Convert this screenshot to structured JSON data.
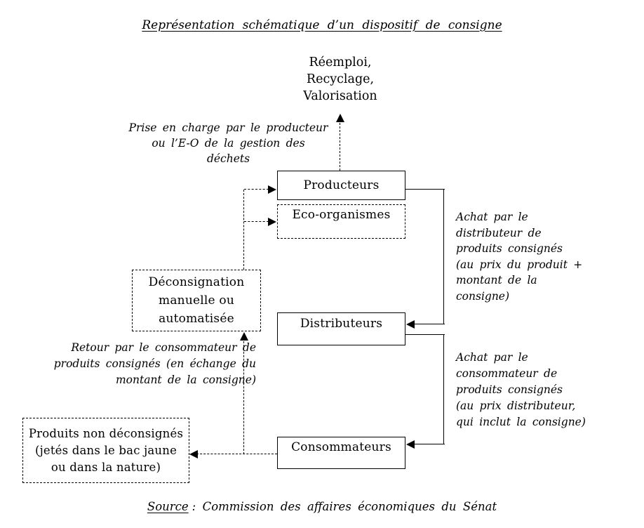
{
  "colors": {
    "background": "#ffffff",
    "line": "#000000",
    "text": "#000000"
  },
  "title": "Représentation schématique d’un dispositif de consigne",
  "valorisation": {
    "lines": [
      "Réemploi,",
      "Recyclage,",
      "Valorisation"
    ]
  },
  "annotations": {
    "prise_en_charge": {
      "lines": [
        "Prise en charge par le producteur",
        "ou l’E-O de la gestion des déchets"
      ]
    },
    "achat_distributeur": {
      "lines": [
        "Achat par le",
        "distributeur de",
        "produits consignés",
        "(au prix du produit +",
        "montant de la",
        "consigne)"
      ]
    },
    "achat_consommateur": {
      "lines": [
        "Achat par le",
        "consommateur de",
        "produits consignés",
        "(au prix distributeur,",
        "qui inclut la consigne)"
      ]
    },
    "retour_consommateur": {
      "lines": [
        "Retour par le consommateur de",
        "produits consignés (en échange du",
        "montant de la consigne)"
      ]
    }
  },
  "boxes": {
    "producteurs": {
      "label": "Producteurs"
    },
    "eco_organismes": {
      "label": "Eco-organismes"
    },
    "deconsignation": {
      "lines": [
        "Déconsignation",
        "manuelle ou",
        "automatisée"
      ]
    },
    "distributeurs": {
      "label": "Distributeurs"
    },
    "consommateurs": {
      "label": "Consommateurs"
    },
    "produits_non_deconsignes": {
      "lines": [
        "Produits non déconsignés",
        "(jetés dans le bac jaune",
        "ou dans la nature)"
      ]
    }
  },
  "source": {
    "label": "Source",
    "rest": ": Commission des affaires économiques du Sénat"
  }
}
